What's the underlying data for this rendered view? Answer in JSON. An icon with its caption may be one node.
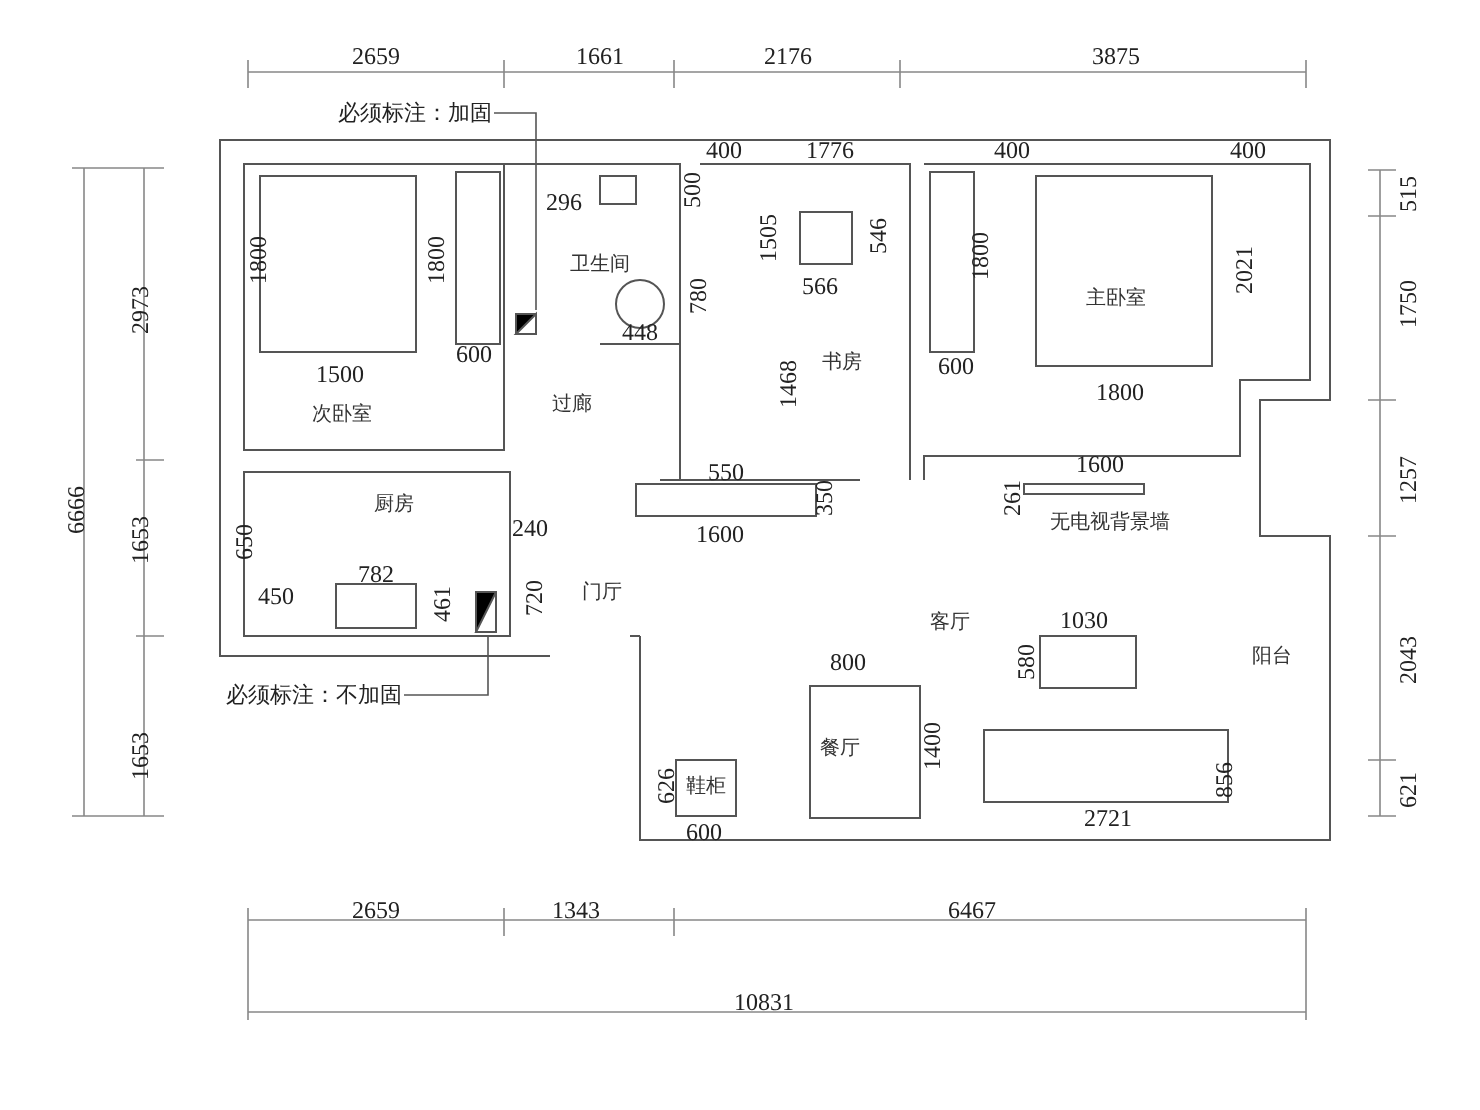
{
  "diagram": {
    "nodes": [
      {
        "text": [
          "必须标注：加固"
        ]
      },
      {
        "text": [
          "必须标注：不加固"
        ]
      }
    ],
    "edges": [
      {
        "from": 0,
        "to": null,
        "arrow": "none"
      },
      {
        "from": 1,
        "to": null,
        "arrow": "none"
      }
    ],
    "labels": [
      "2659",
      "1661",
      "2176",
      "3875",
      "400",
      "1776",
      "400",
      "400",
      "515",
      "296",
      "500",
      "1505",
      "546",
      "1800",
      "1800",
      "1800",
      "2021",
      "2973",
      "6666",
      "卫生间",
      "780",
      "566",
      "主卧室",
      "1750",
      "448",
      "书房",
      "1468",
      "600",
      "600",
      "1500",
      "1800",
      "次卧室",
      "过廊",
      "550",
      "1600",
      "1257",
      "厨房",
      "261",
      "无电视背景墙",
      "350",
      "1653",
      "650",
      "240",
      "1600",
      "450",
      "782",
      "461",
      "720",
      "门厅",
      "客厅",
      "1030",
      "800",
      "580",
      "阳台",
      "2043",
      "1400",
      "餐厅",
      "1653",
      "626",
      "856",
      "鞋柜",
      "621",
      "2721",
      "600",
      "2659",
      "1343",
      "6467",
      "10831"
    ]
  }
}
